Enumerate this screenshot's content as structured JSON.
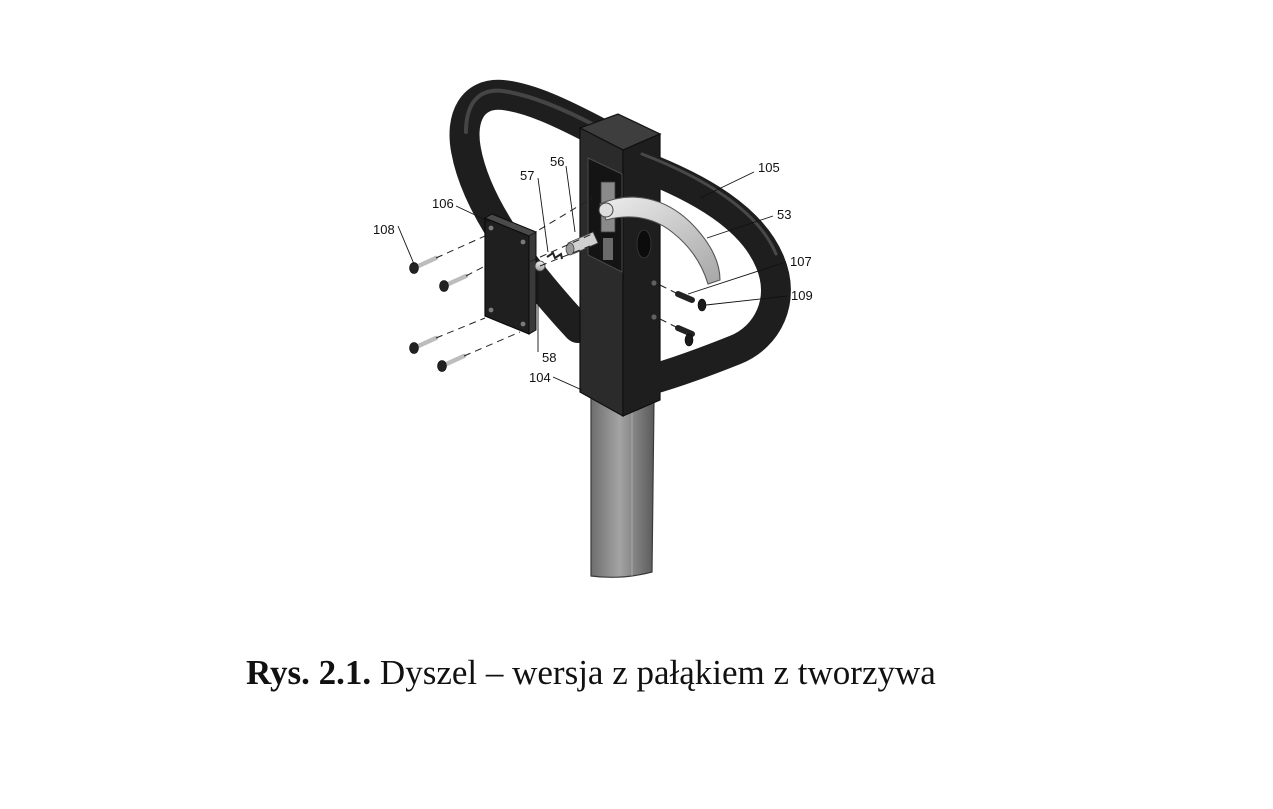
{
  "figure": {
    "part_labels": {
      "p105": "105",
      "p53": "53",
      "p56": "56",
      "p57": "57",
      "p106": "106",
      "p108": "108",
      "p107": "107",
      "p109": "109",
      "p58": "58",
      "p104": "104"
    },
    "caption": {
      "number": "Rys. 2.1.",
      "text": "Dyszel – wersja z pałąkiem z tworzywa"
    }
  }
}
